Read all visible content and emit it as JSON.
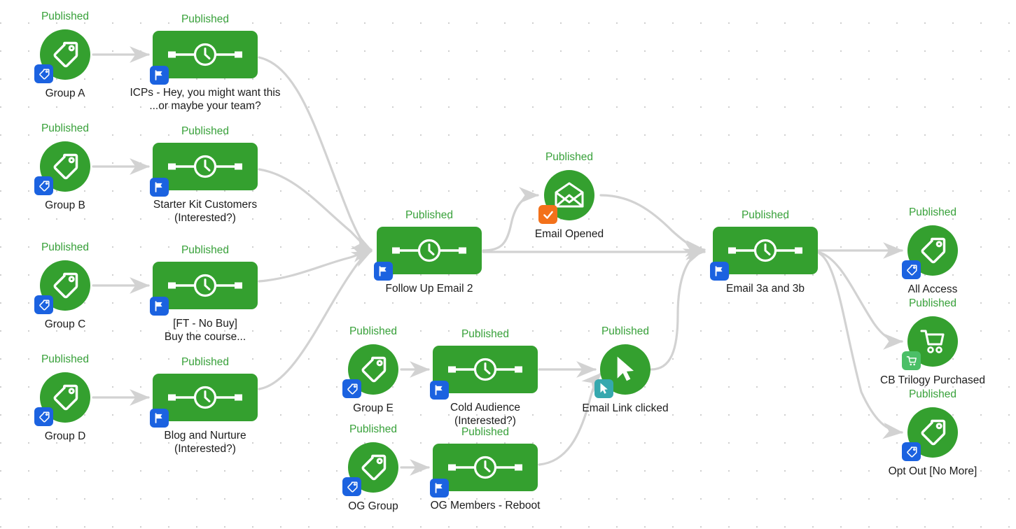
{
  "canvas": {
    "background_color": "#ffffff",
    "grid_dot_color": "#cfcfcf",
    "grid_spacing": 40,
    "node_green": "#34a02f",
    "status_green": "#38a13a",
    "edge_gray": "#d2d2d2",
    "badge_blue": "#1b62e0",
    "badge_orange": "#f3711a",
    "badge_teal": "#35a8ae",
    "badge_mint": "#4bbf67"
  },
  "status_label": "Published",
  "nodes": [
    {
      "id": "group-a",
      "status": "Published",
      "caption": "Group A",
      "shape": "circle",
      "icon": "tag-icon",
      "badge": "tag-badge-icon",
      "badge_color": "blue"
    },
    {
      "id": "icps",
      "status": "Published",
      "caption": "ICPs - Hey, you might want this\n...or maybe your team?",
      "shape": "rect",
      "icon": "timer-icon",
      "badge": "flag-badge-icon",
      "badge_color": "blue"
    },
    {
      "id": "group-b",
      "status": "Published",
      "caption": "Group B",
      "shape": "circle",
      "icon": "tag-icon",
      "badge": "tag-badge-icon",
      "badge_color": "blue"
    },
    {
      "id": "starter-kit",
      "status": "Published",
      "caption": "Starter Kit Customers\n(Interested?)",
      "shape": "rect",
      "icon": "timer-icon",
      "badge": "flag-badge-icon",
      "badge_color": "blue"
    },
    {
      "id": "group-c",
      "status": "Published",
      "caption": "Group C",
      "shape": "circle",
      "icon": "tag-icon",
      "badge": "tag-badge-icon",
      "badge_color": "blue"
    },
    {
      "id": "ft-no-buy",
      "status": "Published",
      "caption": "[FT - No Buy]\nBuy the course...",
      "shape": "rect",
      "icon": "timer-icon",
      "badge": "flag-badge-icon",
      "badge_color": "blue"
    },
    {
      "id": "group-d",
      "status": "Published",
      "caption": "Group D",
      "shape": "circle",
      "icon": "tag-icon",
      "badge": "tag-badge-icon",
      "badge_color": "blue"
    },
    {
      "id": "blog-nurture",
      "status": "Published",
      "caption": "Blog and Nurture\n(Interested?)",
      "shape": "rect",
      "icon": "timer-icon",
      "badge": "flag-badge-icon",
      "badge_color": "blue"
    },
    {
      "id": "follow-up-2",
      "status": "Published",
      "caption": "Follow Up Email 2",
      "shape": "rect",
      "icon": "timer-icon",
      "badge": "flag-badge-icon",
      "badge_color": "blue"
    },
    {
      "id": "email-opened",
      "status": "Published",
      "caption": "Email Opened",
      "shape": "circle",
      "icon": "envelope-open-icon",
      "badge": "check-badge-icon",
      "badge_color": "orange"
    },
    {
      "id": "email-3a-3b",
      "status": "Published",
      "caption": "Email 3a and 3b",
      "shape": "rect",
      "icon": "timer-icon",
      "badge": "flag-badge-icon",
      "badge_color": "blue"
    },
    {
      "id": "all-access",
      "status": "Published",
      "caption": "All Access",
      "shape": "circle",
      "icon": "tag-icon",
      "badge": "tag-badge-icon",
      "badge_color": "blue"
    },
    {
      "id": "cb-trilogy",
      "status": "Published",
      "caption": "CB Trilogy Purchased",
      "shape": "circle",
      "icon": "cart-icon",
      "badge": "cart-badge-icon",
      "badge_color": "mint"
    },
    {
      "id": "opt-out",
      "status": "Published",
      "caption": "Opt Out [No More]",
      "shape": "circle",
      "icon": "tag-icon",
      "badge": "tag-badge-icon",
      "badge_color": "blue"
    },
    {
      "id": "group-e",
      "status": "Published",
      "caption": "Group E",
      "shape": "circle",
      "icon": "tag-icon",
      "badge": "tag-badge-icon",
      "badge_color": "blue"
    },
    {
      "id": "cold-audience",
      "status": "Published",
      "caption": "Cold Audience\n(Interested?)",
      "shape": "rect",
      "icon": "timer-icon",
      "badge": "flag-badge-icon",
      "badge_color": "blue"
    },
    {
      "id": "email-link",
      "status": "Published",
      "caption": "Email Link clicked",
      "shape": "circle",
      "icon": "cursor-icon",
      "badge": "cursor-badge-icon",
      "badge_color": "teal"
    },
    {
      "id": "og-group",
      "status": "Published",
      "caption": "OG Group",
      "shape": "circle",
      "icon": "tag-icon",
      "badge": "tag-badge-icon",
      "badge_color": "blue"
    },
    {
      "id": "og-members",
      "status": "Published",
      "caption": "OG Members - Reboot",
      "shape": "rect",
      "icon": "timer-icon",
      "badge": "flag-badge-icon",
      "badge_color": "blue"
    }
  ]
}
